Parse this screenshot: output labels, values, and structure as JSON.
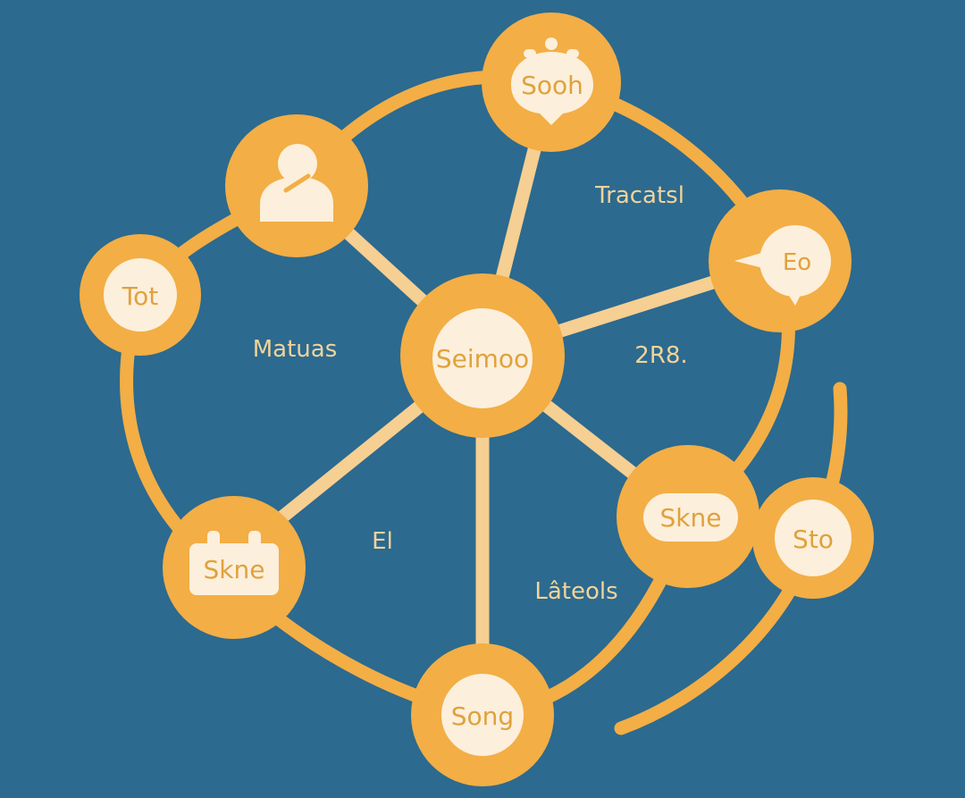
{
  "colors": {
    "background": "#2c6a8f",
    "ring": "#f3ae45",
    "spoke": "#f6cf92",
    "node_outer": "#f3ae45",
    "node_inner": "#fcefdc",
    "node_text": "#e0a23c",
    "label": "#f3d39a"
  },
  "diagram": {
    "center": {
      "label": "Seimoo"
    },
    "nodes": [
      {
        "label": "Sooh",
        "icon": "bell-speech-bubble-icon"
      },
      {
        "label": "",
        "icon": "person-icon"
      },
      {
        "label": "Tot",
        "icon": ""
      },
      {
        "label": "Eo",
        "icon": "speech-bubble-icon"
      },
      {
        "label": "Skne",
        "icon": ""
      },
      {
        "label": "Sto",
        "icon": ""
      },
      {
        "label": "Song",
        "icon": ""
      },
      {
        "label": "Skne",
        "icon": "calendar-icon"
      }
    ],
    "region_labels": [
      "Tracatsl",
      "Matuas",
      "2R8.",
      "El",
      "Lâteols"
    ]
  }
}
